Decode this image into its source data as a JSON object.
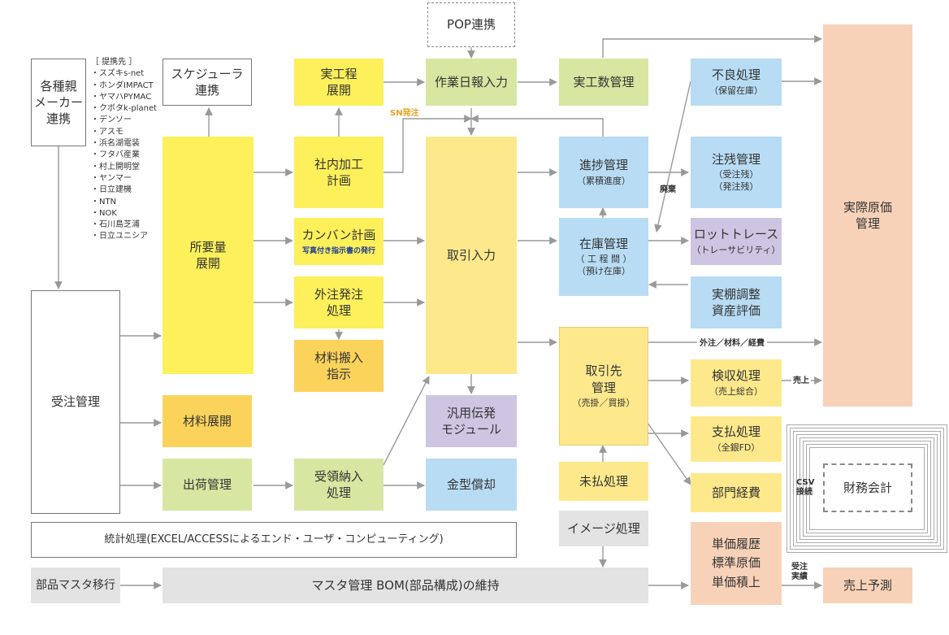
{
  "boxes": {
    "pop": "POP連携",
    "kakushu": "各種親\nメーカー\n連携",
    "scheduler": "スケジューラ\n連携",
    "jikoutei": "実工程\n展開",
    "sagyou": "作業日報入力",
    "jikousu": "実工数管理",
    "furyo": "不良処理",
    "furyo_sub": "（保留在庫）",
    "jissai": "実際原価\n管理",
    "shoyo": "所要量\n展開",
    "shanai": "社内加工\n計画",
    "torihiki": "取引入力",
    "shinchoku": "進捗管理",
    "shinchoku_sub": "（累積進度）",
    "chuzan": "注残管理",
    "chuzan_sub": "（受注残）\n（発注残）",
    "kanban": "カンバン計画",
    "kanban_note": "写真付き指示書の発行",
    "zaiko": "在庫管理",
    "zaiko_sub": "（ 工 程 間 ）\n（預け在庫）",
    "lot": "ロットトレース",
    "lot_sub": "（トレーサビリティ）",
    "gaichu": "外注発注\n処理",
    "tanaoroshi": "実棚調整\n資産評価",
    "zairyo_hannyu": "材料搬入\n指示",
    "torihikisaki": "取引先\n管理",
    "torihikisaki_sub": "（売掛／買掛）",
    "kenshu": "検収処理",
    "kenshu_sub": "（売上総合）",
    "juchu": "受注管理",
    "zairyo_tenkai": "材料展開",
    "hanyo": "汎用伝発\nモジュール",
    "shiharai": "支払処理",
    "shiharai_sub": "（全銀FD）",
    "shukka": "出荷管理",
    "juryo": "受領納入\n処理",
    "kanagata": "金型償却",
    "mibarai": "未払処理",
    "bumon": "部門経費",
    "zaimu": "財務会計",
    "toukei": "統計処理(EXCEL/ACCESSによるエンド・ユーザ・コンピューティング)",
    "image": "イメージ処理",
    "tanka": "単価履歴\n標準原価\n単価積上",
    "buhin_master": "部品マスタ移行",
    "master_bom": "マスタ管理 BOM(部品構成)の維持",
    "uriage_yosoku": "売上予測"
  },
  "partners": {
    "heading": "［ 提携先 ］",
    "items": [
      "・スズキs-net",
      "・ホンダIMPACT",
      "・ヤマハPYMAC",
      "・クボタk-planet",
      "・デンソー",
      "・アスモ",
      "・浜名湖電装",
      "・フタバ産業",
      "・村上開明堂",
      "・ヤンマー",
      "・日立建機",
      "・NTN",
      "・NOK",
      "・石川島芝浦",
      "・日立ユニシア"
    ]
  },
  "labels": {
    "sn": "SN発注",
    "haiki": "廃棄",
    "gaichu_zairyo": "外注／材料／経費",
    "uriage": "売上",
    "juchu_jisseki": "受注\n実績",
    "csv": "CSV\n接続"
  },
  "colors": {
    "yellow": "#fdf05a",
    "light_yellow": "#fde98c",
    "orange": "#fcd35a",
    "green": "#d7e6a0",
    "blue": "#b8dcf4",
    "purple": "#cdc5e2",
    "peach": "#f8d2b8",
    "gray": "#e3e3e3",
    "arrow": "#999999",
    "sn_label": "#e8a020"
  }
}
